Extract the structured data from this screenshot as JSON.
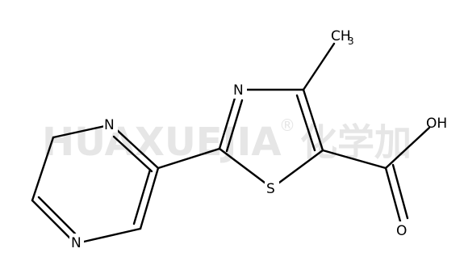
{
  "watermark": {
    "latin": "HUAXUEJIA",
    "registered": "®",
    "cjk": "化学加",
    "color": "#e6e6e6"
  },
  "molecule": {
    "atoms": {
      "n_pyrazine_top": "N",
      "n_pyrazine_bottom": "N",
      "n_thiazole": "N",
      "s_thiazole": "S",
      "methyl": "CH",
      "methyl_subscript": "3",
      "hydroxyl": "OH",
      "carbonyl_o": "O"
    },
    "bond_color": "#000000",
    "label_color": "#000000"
  }
}
